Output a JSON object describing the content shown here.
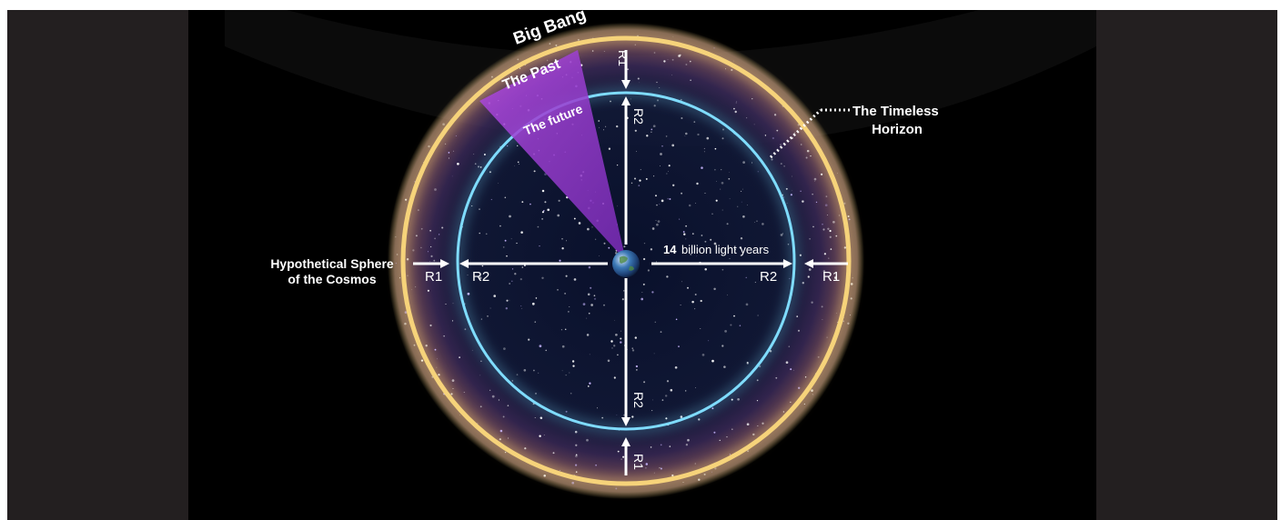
{
  "labels": {
    "big_bang": "Big Bang",
    "the_past": "The Past",
    "the_future": "The future",
    "timeless_line1": "The Timeless",
    "timeless_line2": "Horizon",
    "sphere_line1": "Hypothetical Sphere",
    "sphere_line2": "of the Cosmos",
    "distance_number": "14",
    "distance_unit": "billion light years",
    "r1": "R1",
    "r2": "R2"
  },
  "colors": {
    "outer_ring": "#f6d37a",
    "inner_ring": "#5fd0ff",
    "wedge": "#a23dd6",
    "text": "#ffffff",
    "background": "#000000",
    "frame": "#231f20"
  }
}
